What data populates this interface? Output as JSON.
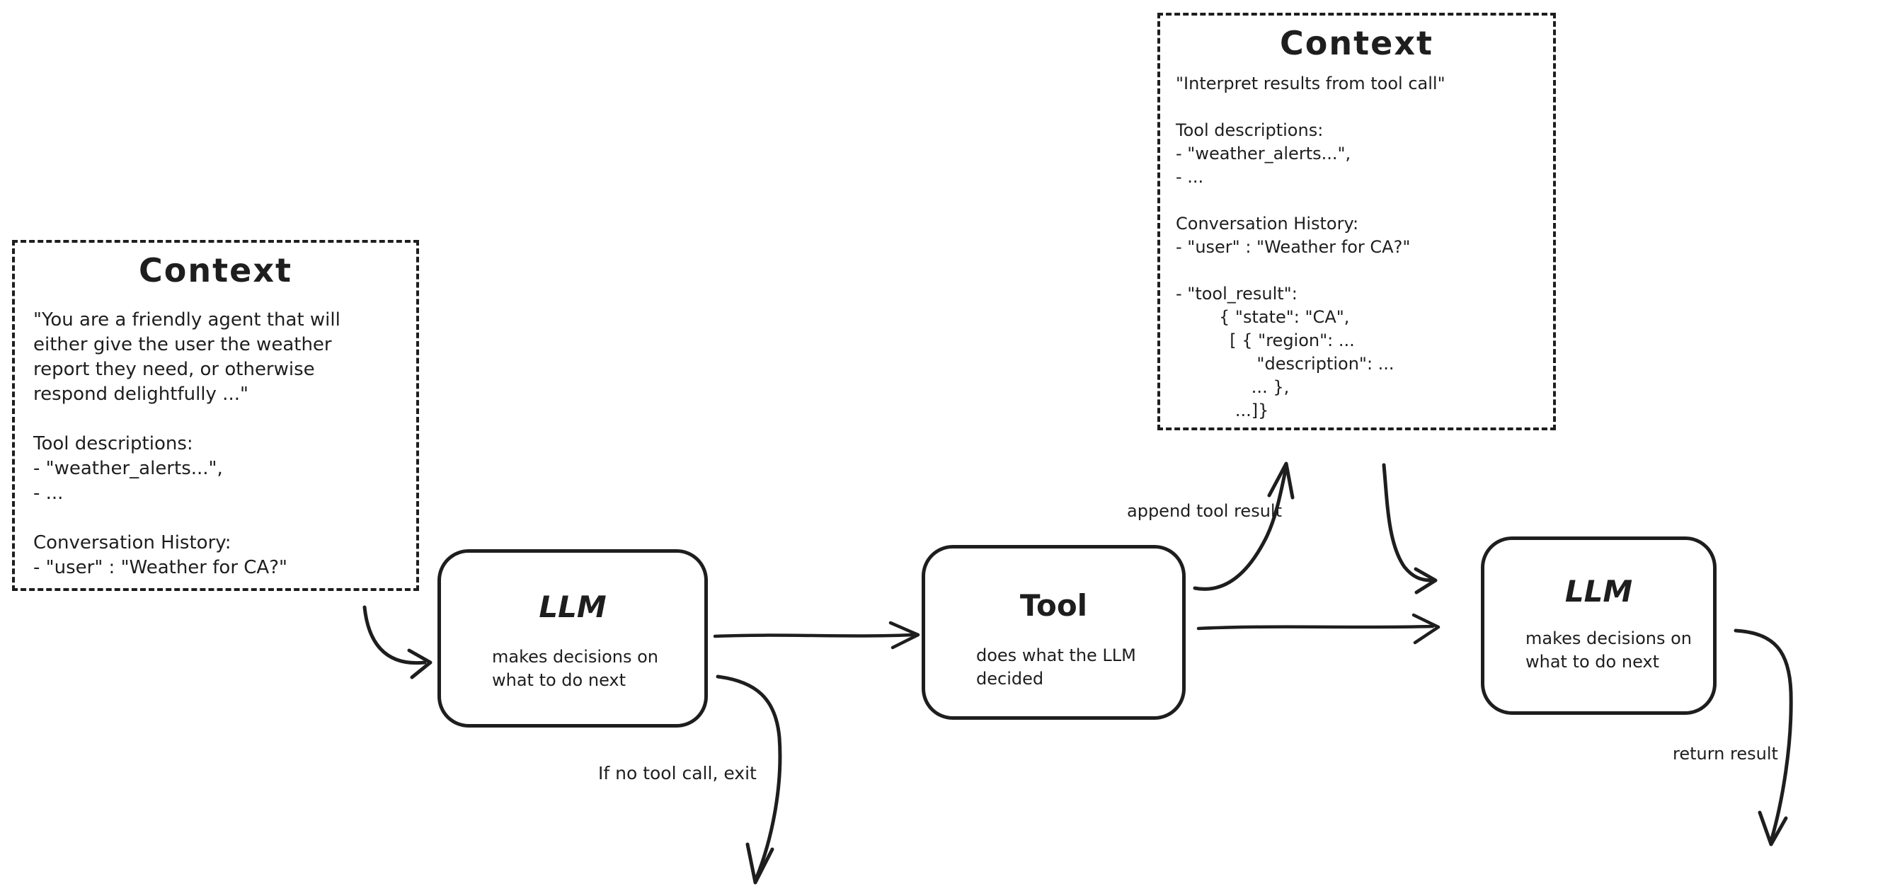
{
  "colors": {
    "ink": "#1e1e1e",
    "background": "#ffffff"
  },
  "nodes": {
    "context_left": {
      "title": "Context",
      "body": [
        "\"You are a friendly agent that will",
        "either give the user the weather",
        "report they need, or otherwise",
        "respond delightfully ...\"",
        "",
        "Tool descriptions:",
        "- \"weather_alerts...\",",
        "- ...",
        "",
        "Conversation History:",
        "- \"user\" : \"Weather for CA?\""
      ]
    },
    "context_top": {
      "title": "Context",
      "body": [
        "\"Interpret results from tool call\"",
        "",
        "Tool descriptions:",
        "- \"weather_alerts...\",",
        "- ...",
        "",
        "Conversation History:",
        "- \"user\" : \"Weather for CA?\"",
        "",
        "- \"tool_result\":",
        "        { \"state\": \"CA\",",
        "          [ { \"region\": ...",
        "               \"description\": ...",
        "              ... },",
        "           ...]}"
      ]
    },
    "llm1": {
      "title": "LLM",
      "subtitle": "makes decisions on\nwhat to do next"
    },
    "tool": {
      "title": "Tool",
      "subtitle": "does what the LLM\ndecided"
    },
    "llm2": {
      "title": "LLM",
      "subtitle": "makes decisions on\nwhat to do next"
    }
  },
  "labels": {
    "append_tool_result": "append tool result",
    "if_no_tool_call_exit": "If no tool call, exit",
    "return_result": "return result"
  }
}
